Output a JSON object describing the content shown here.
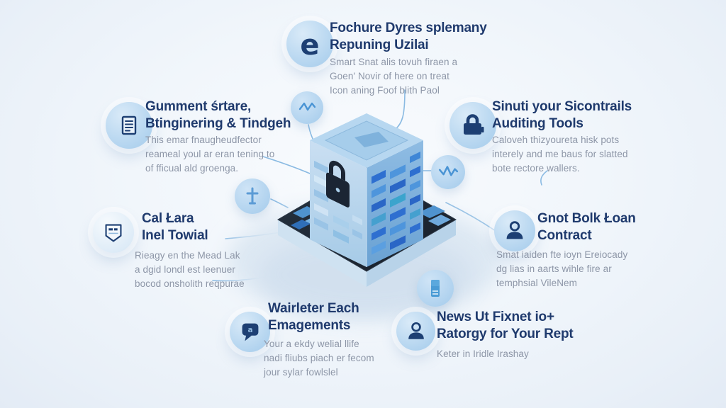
{
  "colors": {
    "background": "#eef3f9",
    "heading_text": "#1f3a6d",
    "body_text": "#8d96a7",
    "connector_line": "#7fb4e0",
    "icon_circle": "#b9d8ef",
    "icon_navy": "#1d3f73",
    "building_left_face": "#b9d7ee",
    "building_right_face": "#7fb2dc",
    "building_top_face": "#b7d7f0",
    "platform_dark": "#1d2733",
    "accent_blue": "#4a94d4"
  },
  "glyphs": {
    "e_badge": "e",
    "chat_badge": "a"
  },
  "callouts": [
    {
      "id": "top-center",
      "icon": "e-badge-icon",
      "title": "Fochure Dyres splemany\nRepuning Uzilai",
      "body": "Smart Snat alis tovuh firaen a\nGoen' Novir of here on treat\nIcon aning Foof blith Paol"
    },
    {
      "id": "left-upper",
      "icon": "document-icon",
      "title": "Gumment śrtare,\nBtinginering & Tindgeh",
      "body": "This emar fnaugheudfector\nreameal youl ar eran tening to\nof fficual ald groenga."
    },
    {
      "id": "right-upper",
      "icon": "padlock-icon",
      "title": "Sinuti your Sicontrails\nAuditing Tools",
      "body": "Caloveh thizyoureta hisk pots\ninterely and me baus for slatted\nbote rectore wallers."
    },
    {
      "id": "left-middle",
      "icon": "shield-badge-icon",
      "title": "Cal Łara\nInel Towial",
      "body": "Rieagy en the Mead Lak\na dgid londl est leenuer\nbocod onsholith reqpurae"
    },
    {
      "id": "right-middle",
      "icon": "person-icon",
      "title": "Gnot Bolk Łoan\nContract",
      "body": "Smat iaiden fte ioyn Ereiocady\ndg lias in aarts wihle fire ar\ntemphsial VileNem"
    },
    {
      "id": "bottom-left",
      "icon": "chat-bubble-icon",
      "title": "Wairleter Each\nEmagements",
      "body": "Your a ekdy welial llife\nnadi fliubs piach er fecom\njour sylar fowlslel"
    },
    {
      "id": "bottom-right",
      "icon": "person-icon",
      "title": "News Ut Fixnet io+\nRatorgy for Your Rept",
      "body": "Keter in Iridle Irashay"
    }
  ],
  "decor_icons": [
    {
      "name": "wave-icon"
    },
    {
      "name": "wave-icon"
    },
    {
      "name": "cross-icon"
    },
    {
      "name": "server-icon"
    }
  ],
  "illustration": {
    "name": "isometric-secure-data-building",
    "elements": [
      "padlock",
      "data-blocks",
      "circuit-platform"
    ]
  }
}
